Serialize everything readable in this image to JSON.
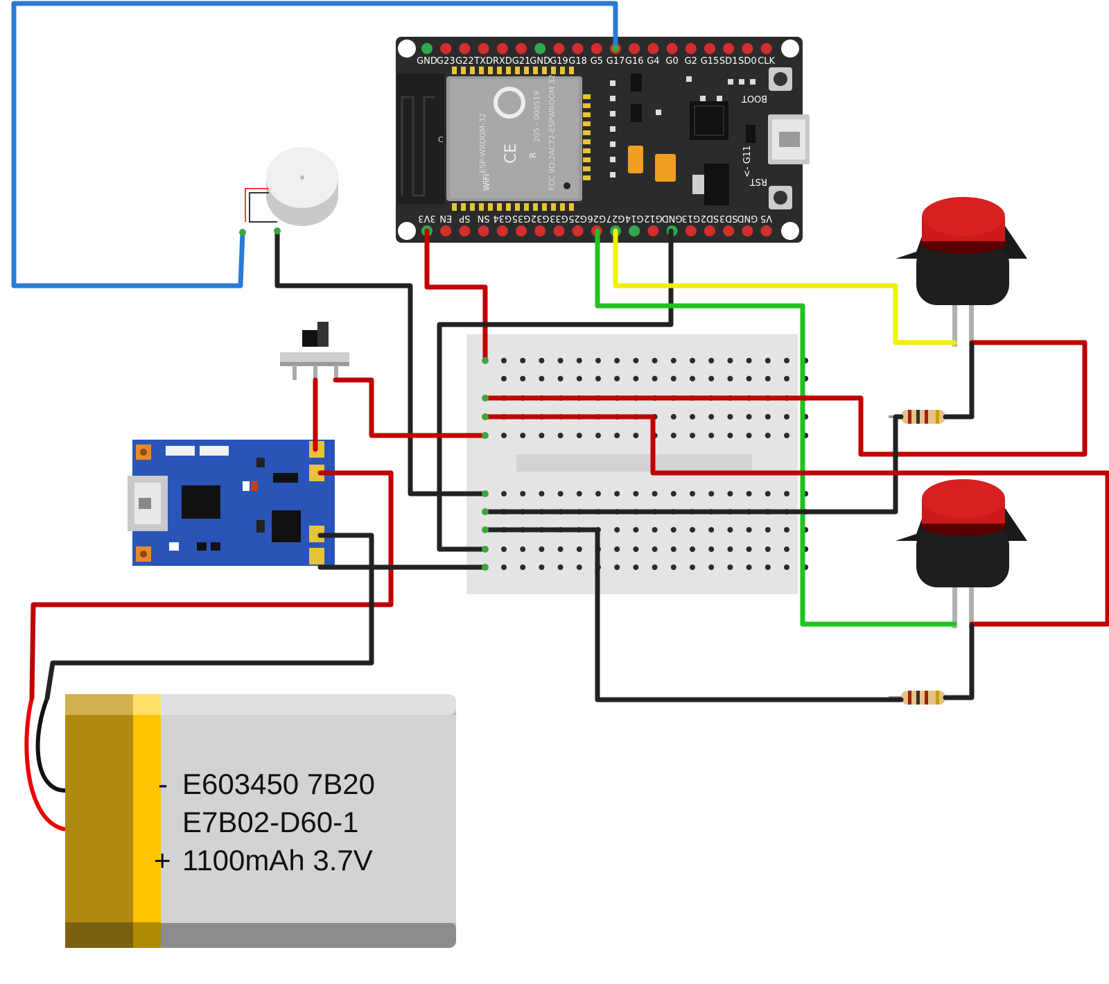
{
  "esp32": {
    "top_pins": [
      "GND",
      "G23",
      "G22",
      "TXD",
      "RXD",
      "G21",
      "GND",
      "G19",
      "G18",
      "G5",
      "G17",
      "G16",
      "G4",
      "G0",
      "G2",
      "G15",
      "SD1",
      "SD0",
      "CLK"
    ],
    "bottom_pins": [
      "3V3",
      "EN",
      "SP",
      "SN",
      "G34",
      "G35",
      "G32",
      "G33",
      "G25",
      "G26",
      "G27",
      "G14",
      "G12",
      "GND",
      "G13",
      "SD2",
      "SD3",
      "GND",
      "V5"
    ],
    "module_lines": [
      "ESP-WROOM-32",
      "205 - 000519",
      "FCC 9D:2AC72-ESPWROOM 32"
    ],
    "module_badges": [
      "CE",
      "R",
      "WiFi"
    ],
    "boot_label": "BOOT",
    "rst_label": "RST",
    "g11_label": "<- G11",
    "small_label": "C"
  },
  "battery": {
    "minus": "-",
    "plus": "+",
    "line1": "E603450 7B20",
    "line2": "E7B02-D60-1",
    "line3": "1100mAh 3.7V"
  },
  "colors": {
    "wire_red": "#c00000",
    "wire_black": "#222222",
    "wire_blue": "#2a7bd6",
    "wire_green": "#1fc21f",
    "wire_yellow": "#f2ef0a",
    "board": "#2b2b2b",
    "charger": "#2a55b8",
    "breadboard": "#e6e6e6",
    "button_cap": "#cc1a1a"
  }
}
